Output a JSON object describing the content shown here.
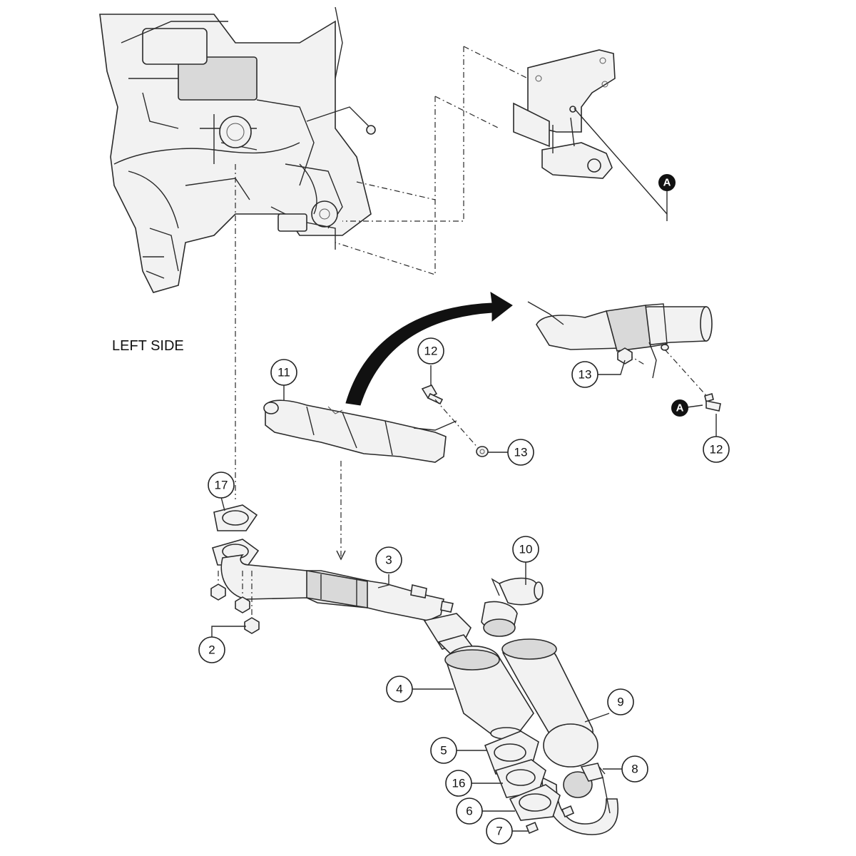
{
  "diagram": {
    "side_label": "LEFT SIDE",
    "callouts": {
      "c11": "11",
      "c12_top": "12",
      "c13_mid": "13",
      "c13_right": "13",
      "c12_right": "12",
      "c17": "17",
      "c2": "2",
      "c3": "3",
      "c10": "10",
      "c4": "4",
      "c9": "9",
      "c5": "5",
      "c16": "16",
      "c6": "6",
      "c7": "7",
      "c8": "8"
    },
    "references": {
      "ref_a_top": "A",
      "ref_a_right": "A"
    }
  }
}
